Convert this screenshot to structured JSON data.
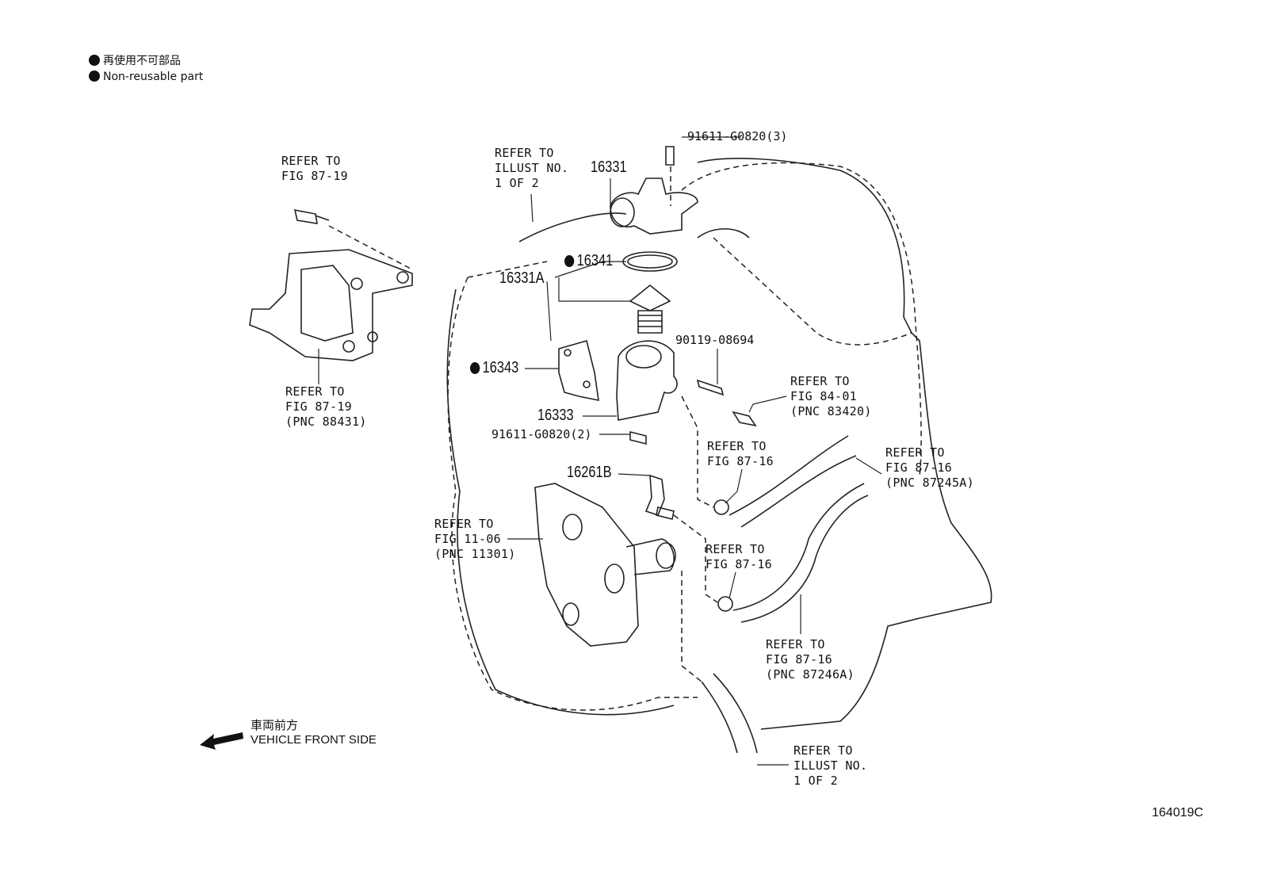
{
  "legend": {
    "jp": "再使用不可部品",
    "en": "Non-reusable part"
  },
  "parts": {
    "p16331": "16331",
    "p16331A": "16331A",
    "p16341": "16341",
    "p16343": "16343",
    "p16333": "16333",
    "p16261B": "16261B",
    "bolt_top": "91611-G0820(3)",
    "bolt_mid": "91611-G0820(2)",
    "stud": "90119-08694"
  },
  "refs": {
    "illust_top": "REFER TO\nILLUST NO.\n1 OF 2",
    "fig8719_top": "REFER TO\nFIG 87-19",
    "fig8719_bottom": "REFER TO\nFIG 87-19\n(PNC 88431)",
    "fig8401": "REFER TO\nFIG 84-01\n(PNC 83420)",
    "fig8716_a": "REFER TO\nFIG 87-16",
    "fig8716_pnc245": "REFER TO\nFIG 87-16\n(PNC 87245A)",
    "fig1106": "REFER TO\nFIG 11-06\n(PNC 11301)",
    "fig8716_b": "REFER TO\nFIG 87-16",
    "fig8716_pnc246": "REFER TO\nFIG 87-16\n(PNC 87246A)",
    "illust_bottom": "REFER TO\nILLUST NO.\n1 OF 2"
  },
  "direction": {
    "jp": "車両前方",
    "en": "VEHICLE FRONT SIDE",
    "icon": "arrow-left-icon"
  },
  "figure_code": "164019C"
}
